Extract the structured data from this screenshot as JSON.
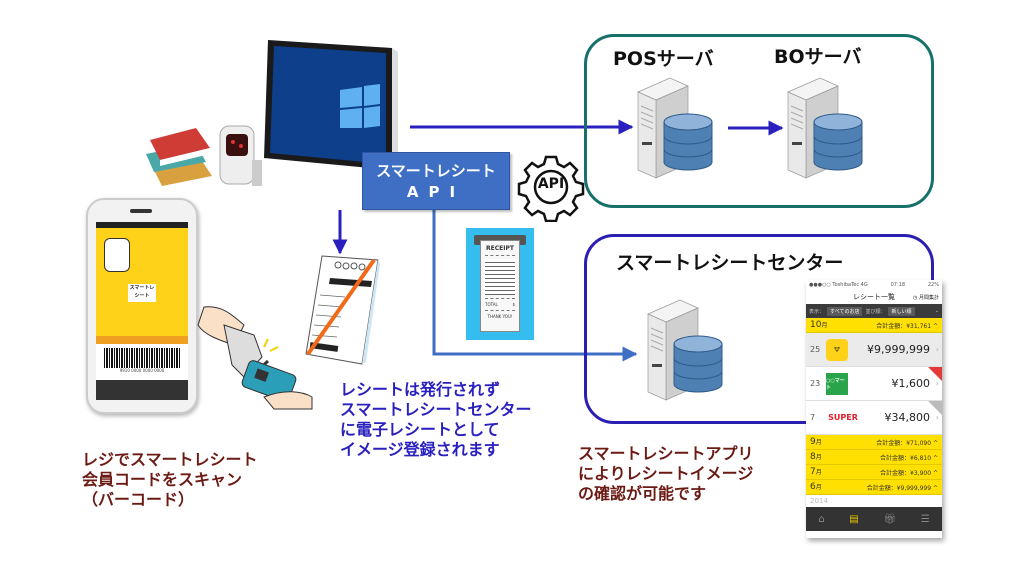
{
  "groups": {
    "pos_server": "POSサーバ",
    "bo_server": "BOサーバ",
    "center": "スマートレシートセンター"
  },
  "api_box": {
    "line1": "スマートレシート",
    "line2": "API"
  },
  "api_gear": "API",
  "receipt_icon": {
    "title": "RECEIPT",
    "total": "TOTAL",
    "currency": "$",
    "thanks": "THANK YOU!"
  },
  "captions": {
    "scan": [
      "レジでスマートレシート",
      "会員コードをスキャン",
      "（バーコード）"
    ],
    "no_paper": [
      "レシートは発行されず",
      "スマートレシートセンター",
      "に電子レシートとして",
      "イメージ登録されます"
    ],
    "app_view": [
      "スマートレシートアプリ",
      "によりレシートイメージ",
      "の確認が可能です"
    ]
  },
  "colors": {
    "arrow": "#2a20c0",
    "api_blue": "#3f6fc4",
    "pos_border": "#17706a",
    "center_border": "#2a1fb0",
    "caption_brown": "#6b1a14",
    "app_yellow": "#ffe000"
  },
  "phone_left": {
    "card_title": "スマートレシート",
    "barcode_number": "9910 0000 0000 0000"
  },
  "app": {
    "status_carrier": "●●●○○ ToshibaTec 4G",
    "status_time": "07:18",
    "status_battery": "22%",
    "title": "レシート一覧",
    "monthly": "月間集計",
    "filter_label": "表示：",
    "filter_value": "すべてのお店",
    "sort_label": "並び順：",
    "sort_value": "新しい順",
    "current_month": {
      "month": "10",
      "unit": "月",
      "total": "合計金額：¥31,761"
    },
    "rows": [
      {
        "day": "25",
        "logo": "cow",
        "amount": "¥9,999,999"
      },
      {
        "day": "23",
        "logo": "○○マート",
        "amount": "¥1,600"
      },
      {
        "day": "7",
        "logo": "SUPER",
        "amount": "¥34,800"
      }
    ],
    "months": [
      {
        "month": "9",
        "unit": "月",
        "total": "合計金額：¥71,090"
      },
      {
        "month": "8",
        "unit": "月",
        "total": "合計金額：¥6,810"
      },
      {
        "month": "7",
        "unit": "月",
        "total": "合計金額：¥3,900"
      },
      {
        "month": "6",
        "unit": "月",
        "total": "合計金額：¥9,999,999"
      }
    ],
    "year": "2014",
    "tabs": [
      "ホーム",
      "レシート",
      "ギフト",
      "その他"
    ]
  }
}
